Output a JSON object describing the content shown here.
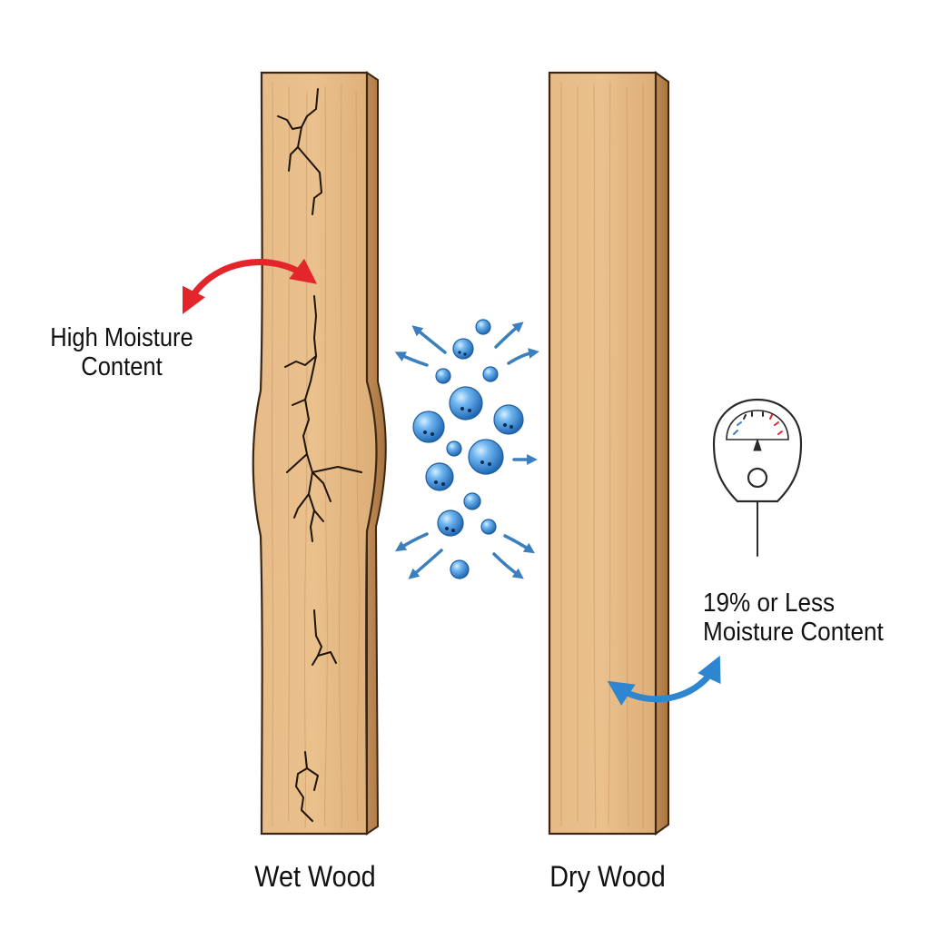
{
  "labels": {
    "high_moisture": [
      "High Moisture",
      "Content"
    ],
    "low_moisture": [
      "19% or Less",
      "Moisture Content"
    ],
    "wet_wood": "Wet Wood",
    "dry_wood": "Dry Wood"
  },
  "icons": [
    "red-double-arrow-icon",
    "blue-double-arrow-icon",
    "moisture-meter-icon",
    "water-droplet-icon",
    "evaporation-arrow-icon",
    "crack-icon"
  ],
  "colors": {
    "wood_face": "#E2B47E",
    "wood_edge": "#B7834F",
    "outline": "#3A2716",
    "crack": "#1E1408",
    "water": "#3B8FD8",
    "water_arrow": "#3C7FBF",
    "wet_arrow": "#E3262B",
    "dry_arrow": "#2F86D0",
    "meter_stroke": "#2A2A2A"
  }
}
